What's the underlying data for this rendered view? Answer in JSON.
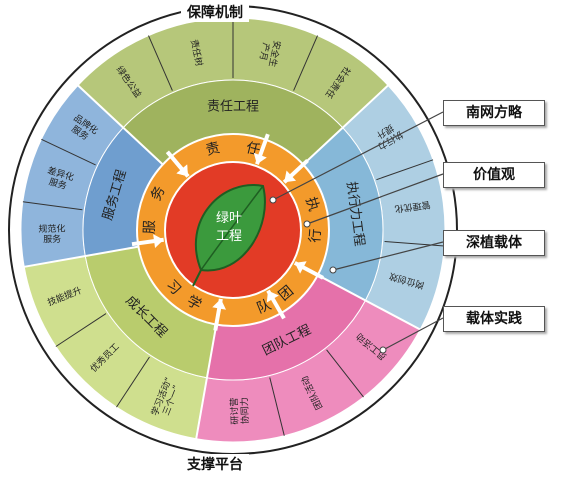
{
  "titles": {
    "top": "保障机制",
    "bottom": "支撑平台"
  },
  "center": {
    "line1": "绿叶",
    "line2": "工程"
  },
  "inner_ring": {
    "chars": [
      {
        "t": "责",
        "a": -14
      },
      {
        "t": "任",
        "a": 14
      },
      {
        "t": "执",
        "a": 72
      },
      {
        "t": "行",
        "a": 94
      },
      {
        "t": "团",
        "a": 140
      },
      {
        "t": "队",
        "a": 158
      },
      {
        "t": "学",
        "a": 208
      },
      {
        "t": "习",
        "a": 226
      },
      {
        "t": "服",
        "a": 272
      },
      {
        "t": "务",
        "a": 296
      }
    ]
  },
  "engineering": [
    {
      "id": "responsibility",
      "label": "责任工程"
    },
    {
      "id": "execution",
      "label": "执行力工程"
    },
    {
      "id": "team",
      "label": "团队工程"
    },
    {
      "id": "growth",
      "label": "成长工程"
    },
    {
      "id": "service",
      "label": "服务工程"
    }
  ],
  "outer_items": [
    {
      "label": "绿色公益",
      "group": "responsibility"
    },
    {
      "label": "责任树",
      "group": "responsibility"
    },
    {
      "label": "安全生产月",
      "group": "responsibility"
    },
    {
      "label": "执行力提升",
      "group": "execution"
    },
    {
      "label": "管理优化",
      "group": "execution"
    },
    {
      "label": "岗位创效",
      "group": "execution"
    },
    {
      "label": "员工活动",
      "group": "team"
    },
    {
      "label": "团队活动",
      "group": "team"
    },
    {
      "label": "研讨营协同力",
      "group": "team"
    },
    {
      "label": "学习活动“三个一”",
      "group": "growth"
    },
    {
      "label": "优秀员工",
      "group": "growth"
    },
    {
      "label": "技能提升",
      "group": "growth"
    },
    {
      "label": "规范化服务",
      "group": "service"
    },
    {
      "label": "差异化服务",
      "group": "service"
    },
    {
      "label": "品牌化服务",
      "group": "service"
    },
    {
      "label": "社会责任",
      "group": "responsibility"
    }
  ],
  "callouts": [
    {
      "label": "南网方略"
    },
    {
      "label": "价值观"
    },
    {
      "label": "深植载体"
    },
    {
      "label": "载体实践"
    }
  ],
  "colors": {
    "responsibility": "#b6c77a",
    "execution": "#aecfe3",
    "team": "#ee8cbd",
    "growth": "#cfdf8e",
    "service": "#8fb5dc",
    "inner_ring": "#f39a2b",
    "red_core": "#e23b26",
    "leaf": "#3b9a3d"
  }
}
